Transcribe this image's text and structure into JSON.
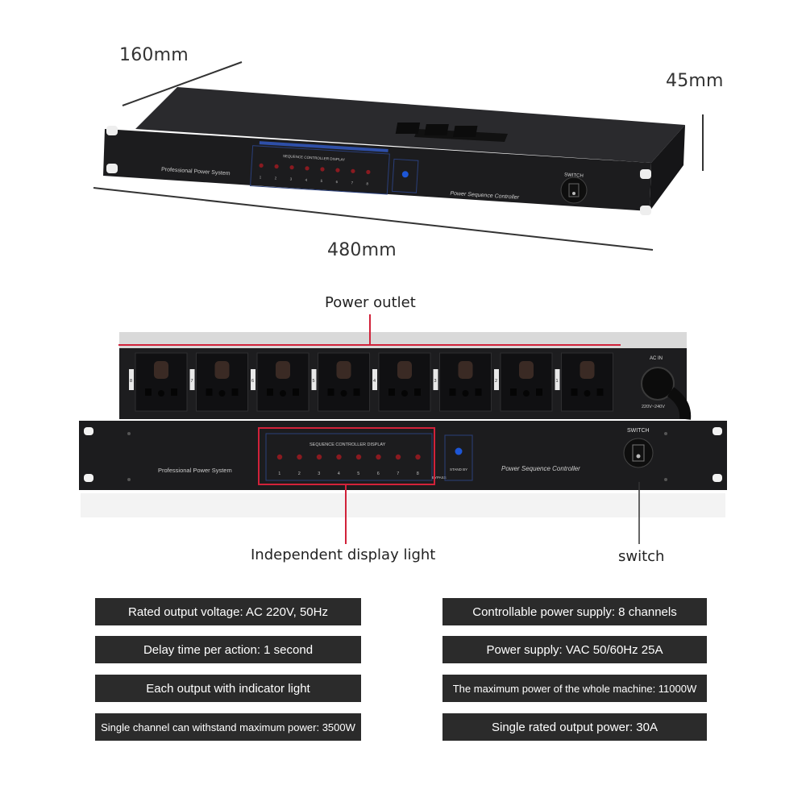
{
  "dimensions": {
    "depth": "160mm",
    "height": "45mm",
    "width": "480mm"
  },
  "panel_text": {
    "brand_line": "Professional  Power  System",
    "display_title": "SEQUENCE CONTROLLER DISPLAY",
    "channel_numbers": [
      "1",
      "2",
      "3",
      "4",
      "5",
      "6",
      "7",
      "8"
    ],
    "bypass": "BYPASS",
    "standby": "STAND BY",
    "model": "Power Sequence Controller",
    "switch": "SWITCH",
    "ac_in": "AC IN",
    "voltage_range": "220V~240V",
    "rear_channel_labels": [
      "8",
      "7",
      "6",
      "5",
      "4",
      "3",
      "2",
      "1"
    ]
  },
  "callouts": {
    "power_outlet": "Power outlet",
    "display_light": "Independent display light",
    "switch": "switch"
  },
  "specs": {
    "left": [
      "Rated output voltage: AC 220V, 50Hz",
      "Delay time per action: 1 second",
      "Each output with indicator light",
      "Single channel can withstand maximum power: 3500W"
    ],
    "right": [
      "Controllable power supply: 8 channels",
      "Power supply: VAC 50/60Hz 25A",
      "The maximum power of the whole machine: 11000W",
      "Single rated output power: 30A"
    ]
  },
  "colors": {
    "device_body": "#1c1c1e",
    "accent_red": "#d1223a",
    "led_red": "#8a1a20",
    "spec_bg": "#2b2b2b"
  }
}
